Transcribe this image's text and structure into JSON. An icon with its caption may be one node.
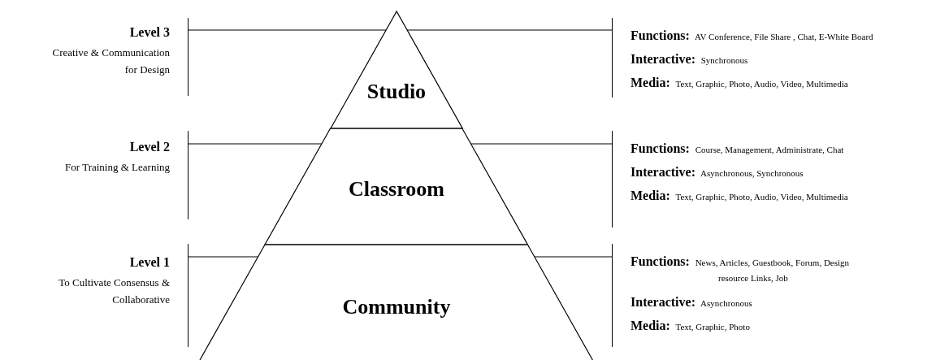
{
  "diagram": {
    "nodes": [
      {
        "text": [
          "Level 3",
          "Creative & Communication for Design"
        ]
      },
      {
        "text": [
          "Studio"
        ]
      },
      {
        "text": [
          "**Functions:** AV Conference, File Share , Chat, E-White Board",
          "**Interactive:** Synchronous",
          "**Media:** Text, Graphic, Photo, Audio, Video, Multimedia"
        ]
      },
      {
        "text": [
          "Level 2",
          "For Training & Learning"
        ]
      },
      {
        "text": [
          "Classroom"
        ]
      },
      {
        "text": [
          "**Functions:** Course, Management, Administrate, Chat",
          "**Interactive:** Asynchronous, Synchronous",
          "**Media:** Text, Graphic, Photo, Audio, Video, Multimedia"
        ]
      },
      {
        "text": [
          "Level 1",
          "To Cultivate Consensus & Collaborative"
        ]
      },
      {
        "text": [
          "Community"
        ]
      },
      {
        "text": [
          "**Functions:** News, Articles, Guestbook, Forum, Design resource Links, Job",
          "**Interactive:** Asynchronous",
          "**Media:** Text, Graphic, Photo"
        ]
      }
    ],
    "edges": [
      {
        "from": 0,
        "to": 1,
        "arrow": "none"
      },
      {
        "from": 1,
        "to": 2,
        "arrow": "none"
      },
      {
        "from": 3,
        "to": 4,
        "arrow": "none"
      },
      {
        "from": 4,
        "to": 5,
        "arrow": "none"
      },
      {
        "from": 6,
        "to": 7,
        "arrow": "none"
      },
      {
        "from": 7,
        "to": 8,
        "arrow": "none"
      }
    ]
  }
}
